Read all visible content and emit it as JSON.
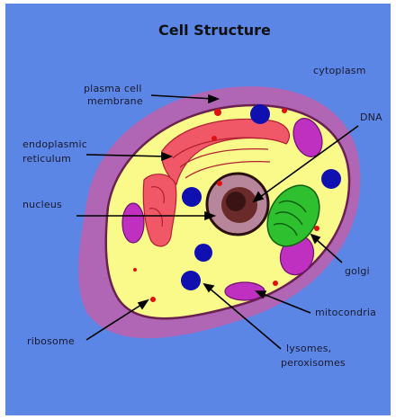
{
  "title": "Cell Structure",
  "labels": {
    "cytoplasm": "cytoplasm",
    "plasma_membrane_line1": "plasma cell",
    "plasma_membrane_line2": "membrane",
    "dna": "DNA",
    "er_line1": "endoplasmic",
    "er_line2": "reticulum",
    "nucleus": "nucleus",
    "golgi": "golgi",
    "mitocondria": "mitocondria",
    "ribosome": "ribosome",
    "lysomes_line1": "lysomes,",
    "lysomes_line2": "peroxisomes"
  },
  "colors": {
    "background": "#5b86e5",
    "membrane": "#b065b5",
    "cytoplasm": "#fafa8a",
    "er": "#f0606a",
    "nucleus": "#b8869a",
    "nucleolus": "#6a2a2a",
    "vacuole": "#1010b0",
    "mitochondria": "#c030c0",
    "golgi": "#2fc02f",
    "ribosome": "#e01010"
  }
}
